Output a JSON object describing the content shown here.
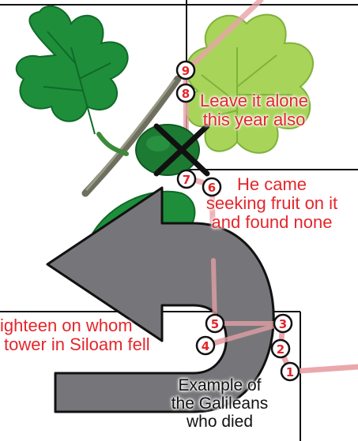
{
  "labels": {
    "leave": [
      "Leave it alone",
      "this year also"
    ],
    "came": [
      "He came",
      "seeking fruit on it",
      "and found none"
    ],
    "eighteen": [
      "ighteen on whom",
      "tower in Siloam fell"
    ],
    "galileans": [
      "Example of",
      "the Galileans",
      "who died"
    ]
  },
  "markers": [
    "1",
    "2",
    "3",
    "4",
    "5",
    "6",
    "7",
    "8",
    "9"
  ],
  "colors": {
    "label_red": "#e3262b",
    "marker_stroke": "#111111",
    "path_pink": "#e8a3a8",
    "arrow_fill": "#76767a",
    "leaf_dark": "#1e8e3a",
    "leaf_light": "#9acd4a",
    "branch": "#6e6f5e"
  },
  "icons": {
    "cross_mark": "x-mark-icon",
    "return_arrow": "u-turn-arrow-icon"
  }
}
